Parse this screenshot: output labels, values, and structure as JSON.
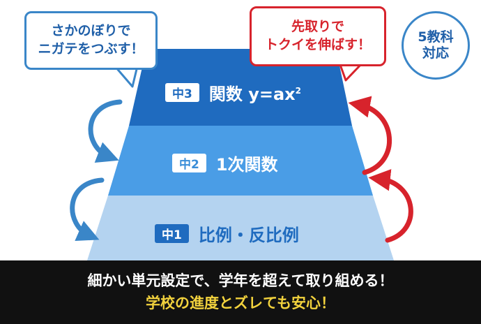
{
  "bubbles": {
    "left": {
      "line1": "さかのぼりで",
      "line2": "ニガテをつぶす！"
    },
    "right": {
      "line1": "先取りで",
      "line2": "トクイを伸ばす！"
    }
  },
  "badge": {
    "line1": "5教科",
    "line2": "対応"
  },
  "levels": [
    {
      "tag": "中3",
      "title": "関数",
      "formula": "y=ax",
      "exponent": "2"
    },
    {
      "tag": "中2",
      "title": "1次関数"
    },
    {
      "tag": "中1",
      "title": "比例・反比例"
    }
  ],
  "banner": {
    "line1": "細かい単元設定で、学年を超えて取り組める！",
    "line2": "学校の進度とズレても安心！"
  },
  "colors": {
    "tier_top": "#1f6bbf",
    "tier_middle": "#4a9de6",
    "tier_bottom": "#b4d3f0",
    "blue_accent": "#3a86c8",
    "red_accent": "#d7232c",
    "banner_bg": "#111111",
    "banner_highlight": "#f2d23d"
  }
}
